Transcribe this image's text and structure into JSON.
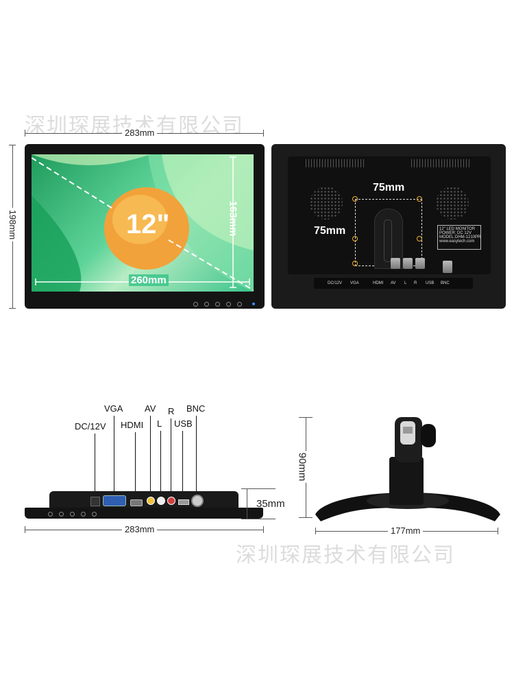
{
  "watermark": "深圳琛展技术有限公司",
  "dimensions": {
    "front_width": "283mm",
    "front_height": "198mm",
    "screen_width": "260mm",
    "screen_height": "163mm",
    "size_label": "12\"",
    "vesa_width": "75mm",
    "vesa_height": "75mm",
    "bottom_width": "283mm",
    "depth": "35mm",
    "stand_height": "90mm",
    "stand_width": "177mm"
  },
  "rear_panel_labels": [
    "DC/12V",
    "VGA",
    "HDMI",
    "AV",
    "L",
    "R",
    "USB",
    "BNC"
  ],
  "rear_sticker": [
    "12\" LED MONITOR",
    "POWER: DC 12V",
    "MODEL:DHM-1210PR",
    "www.easytech.com"
  ],
  "ports": {
    "dc": "DC/12V",
    "vga": "VGA",
    "hdmi": "HDMI",
    "av": "AV",
    "l": "L",
    "r": "R",
    "usb": "USB",
    "bnc": "BNC"
  },
  "colors": {
    "bezel": "#141414",
    "screen_green": "#3cc48a",
    "screen_orange": "#f2a23a"
  }
}
